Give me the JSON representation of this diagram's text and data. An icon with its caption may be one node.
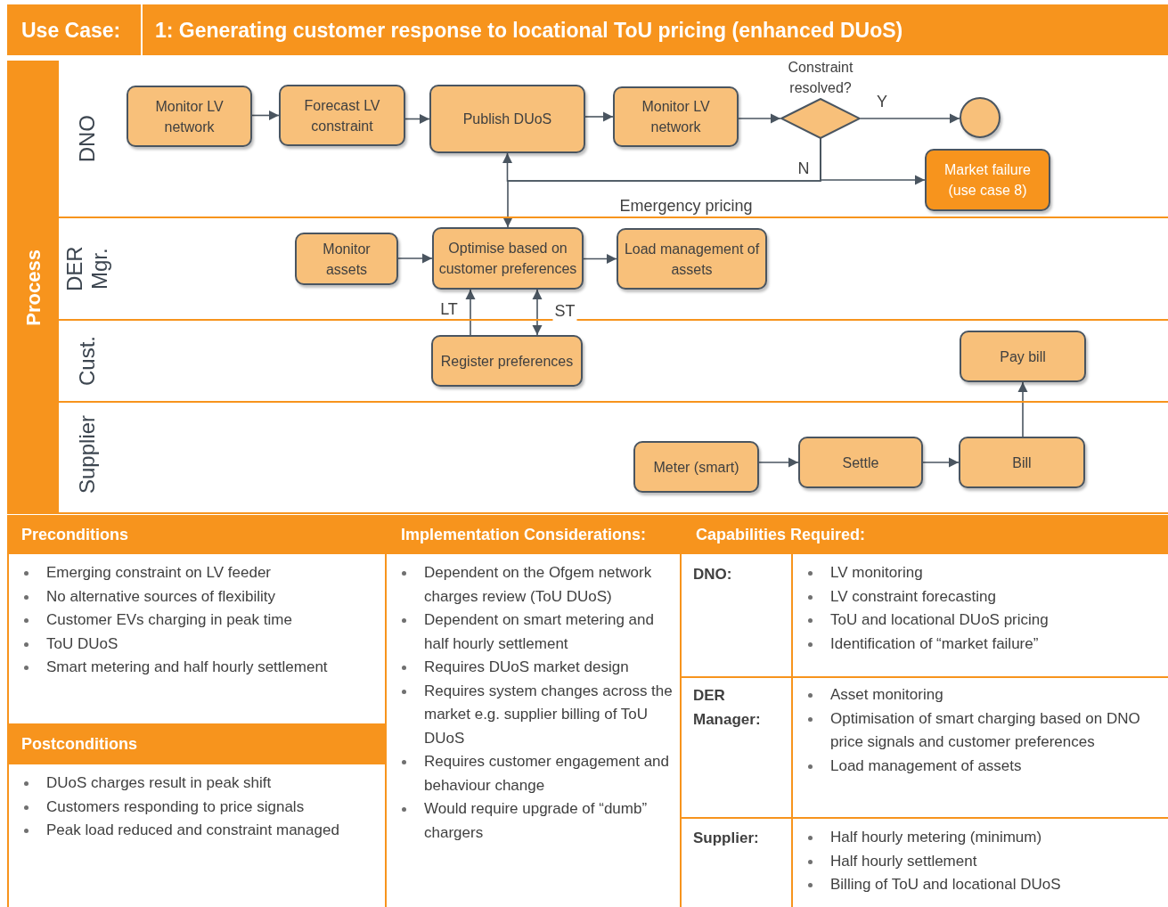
{
  "diagram": {
    "title": "1: Generating customer response to locational ToU pricing (enhanced DUoS)",
    "nodes": [
      {
        "text": [
          "Process"
        ]
      },
      {
        "text": [
          "DNO"
        ]
      },
      {
        "text": [
          "Monitor LV network"
        ],
        "in": 1
      },
      {
        "text": [
          "Forecast LV constraint"
        ],
        "in": 1
      },
      {
        "text": [
          "Publish DUoS"
        ],
        "in": 1
      },
      {
        "text": [
          "Monitor LV network"
        ],
        "in": 1
      },
      {
        "text": [
          "Constraint resolved?"
        ],
        "in": 1
      },
      {
        "text": [],
        "shape": "circle",
        "in": 1
      },
      {
        "text": [
          "Market failure (use case 8)"
        ],
        "in": 1
      },
      {
        "text": [
          "DER Mgr."
        ]
      },
      {
        "text": [
          "Monitor assets"
        ],
        "in": 9
      },
      {
        "text": [
          "Optimise based on customer preferences"
        ],
        "in": 9
      },
      {
        "text": [
          "Load management of assets"
        ],
        "in": 9
      },
      {
        "text": [
          "Cust."
        ]
      },
      {
        "text": [
          "Register preferences"
        ],
        "in": 13
      },
      {
        "text": [
          "Pay bill"
        ],
        "in": 13
      },
      {
        "text": [
          "Supplier"
        ]
      },
      {
        "text": [
          "Meter (smart)"
        ],
        "in": 16
      },
      {
        "text": [
          "Settle"
        ],
        "in": 16
      },
      {
        "text": [
          "Bill"
        ],
        "in": 16
      }
    ],
    "edges": [
      {
        "from": 2,
        "to": 3,
        "arrow": "to"
      },
      {
        "from": 3,
        "to": 4,
        "arrow": "to"
      },
      {
        "from": 4,
        "to": 5,
        "arrow": "to"
      },
      {
        "from": 5,
        "to": 6,
        "arrow": "to"
      },
      {
        "from": 6,
        "to": 7,
        "arrow": "to",
        "label": "Y"
      },
      {
        "from": 6,
        "to": 8,
        "arrow": "to",
        "label": "N"
      },
      {
        "from": 6,
        "to": 4,
        "arrow": "to"
      },
      {
        "from": 6,
        "to": 11,
        "arrow": "to",
        "label": "Emergency pricing"
      },
      {
        "from": 10,
        "to": 11,
        "arrow": "to"
      },
      {
        "from": 11,
        "to": 12,
        "arrow": "to"
      },
      {
        "from": 14,
        "to": 11,
        "arrow": "to",
        "label": "LT"
      },
      {
        "from": 14,
        "to": 11,
        "arrow": "both",
        "label": "ST"
      },
      {
        "from": 17,
        "to": 18,
        "arrow": "to"
      },
      {
        "from": 18,
        "to": 19,
        "arrow": "to"
      },
      {
        "from": 19,
        "to": 15,
        "arrow": "to"
      }
    ],
    "labels": [
      "Use Case:",
      "Preconditions",
      "Implementation Considerations:",
      "Capabilities Required:",
      "Emerging constraint on LV feeder",
      "No alternative sources of flexibility",
      "Customer EVs charging in peak time",
      "ToU DUoS",
      "Smart metering and half hourly settlement",
      "Dependent on the Ofgem network charges review (ToU DUoS)",
      "Dependent on smart metering and half hourly settlement",
      "Requires DUoS market design",
      "Requires system changes across the market e.g. supplier billing of ToU DUoS",
      "Requires customer engagement and behaviour change",
      "Would require upgrade of “dumb” chargers",
      "DNO:",
      "LV monitoring",
      "LV constraint forecasting",
      "ToU and locational DUoS pricing",
      "Identification of “market failure”",
      "DER Manager:",
      "Asset monitoring",
      "Optimisation of smart charging based on DNO price signals and customer preferences",
      "Load management of assets",
      "Supplier:",
      "Half hourly metering (minimum)",
      "Half hourly settlement",
      "Billing of ToU and locational DUoS",
      "Postconditions",
      "DUoS charges result in peak shift",
      "Customers responding to price signals",
      "Peak load reduced and constraint managed"
    ]
  }
}
